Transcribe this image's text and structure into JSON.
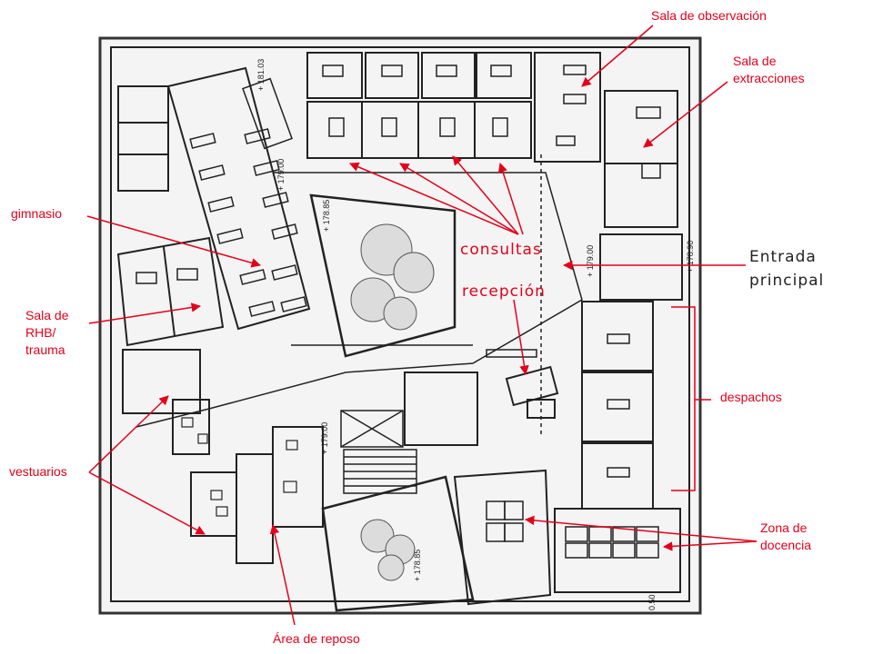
{
  "colors": {
    "annotation": "#e3001b",
    "ink": "#222222",
    "paper": "#ffffff",
    "plan_bg": "#f4f4f4"
  },
  "labels": {
    "sala_observacion": "Sala de observación",
    "sala_extracciones": "Sala de\nextracciones",
    "gimnasio": "gimnasio",
    "consultas": "consultas",
    "recepcion": "recepción",
    "entrada_principal": "Entrada\nprincipal",
    "sala_rhb": "Sala de\nRHB/\ntrauma",
    "despachos": "despachos",
    "vestuarios": "vestuarios",
    "zona_docencia": "Zona de\ndocencia",
    "area_reposo": "Área de reposo"
  },
  "plan_marks": {
    "elev_a": "+ 181.03",
    "elev_b": "+ 179.00",
    "elev_c": "+ 178.85",
    "elev_d": "+ 179.00",
    "elev_e": "+ 178.90",
    "elev_f": "+ 179.00",
    "elev_g": "+ 178.85",
    "scale": "0.50"
  }
}
